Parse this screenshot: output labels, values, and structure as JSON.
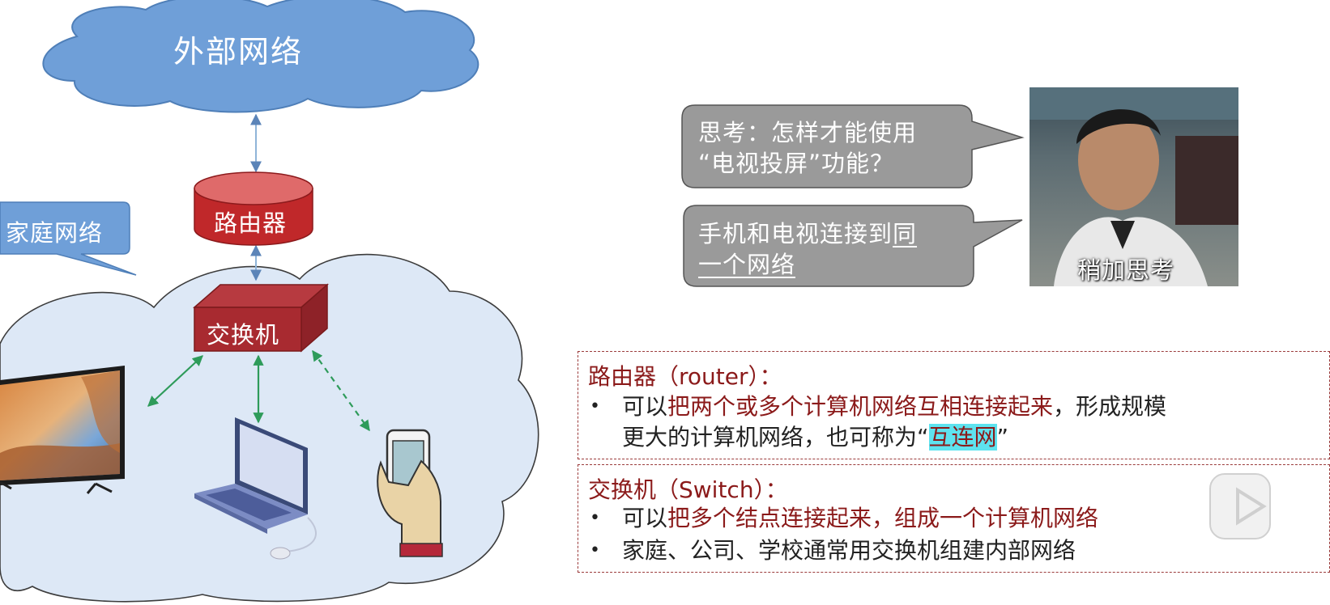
{
  "external_network_label": "外部网络",
  "router_label": "路由器",
  "switch_label": "交换机",
  "home_network_label": "家庭网络",
  "callout_question": {
    "line1": "思考：怎样才能使用",
    "line2": "“电视投屏”功能？"
  },
  "callout_answer": {
    "line1_plain": "手机和电视连接到",
    "line1_underlined": "同",
    "line2_underlined": "一个网络"
  },
  "photo_caption": "稍加思考",
  "router_box": {
    "title": "路由器（router）：",
    "bullet1_part1": "可以",
    "bullet1_part2": "把两个或多个计算机网络互相连接起来",
    "bullet1_part3": "，形成规模",
    "bullet1_line2_part1": "更大的计算机网络，也可称为“",
    "bullet1_line2_highlight": "互连网",
    "bullet1_line2_part3": "”"
  },
  "switch_box": {
    "title": "交换机（Switch）：",
    "bullet1_part1": "可以",
    "bullet1_part2": "把多个结点连接起来，组成一个计算机网络",
    "bullet2": "家庭、公司、学校通常用交换机组建内部网络"
  },
  "colors": {
    "cloud_outer": "#6f9fd8",
    "cloud_inner": "#dde8f6",
    "router_red": "#c0282a",
    "switch_red": "#a82a30",
    "callout_gray": "#9a9a9a",
    "arrow_green": "#2e9b5a",
    "text_red": "#8b1a1a",
    "highlight": "#5ee3ef"
  }
}
